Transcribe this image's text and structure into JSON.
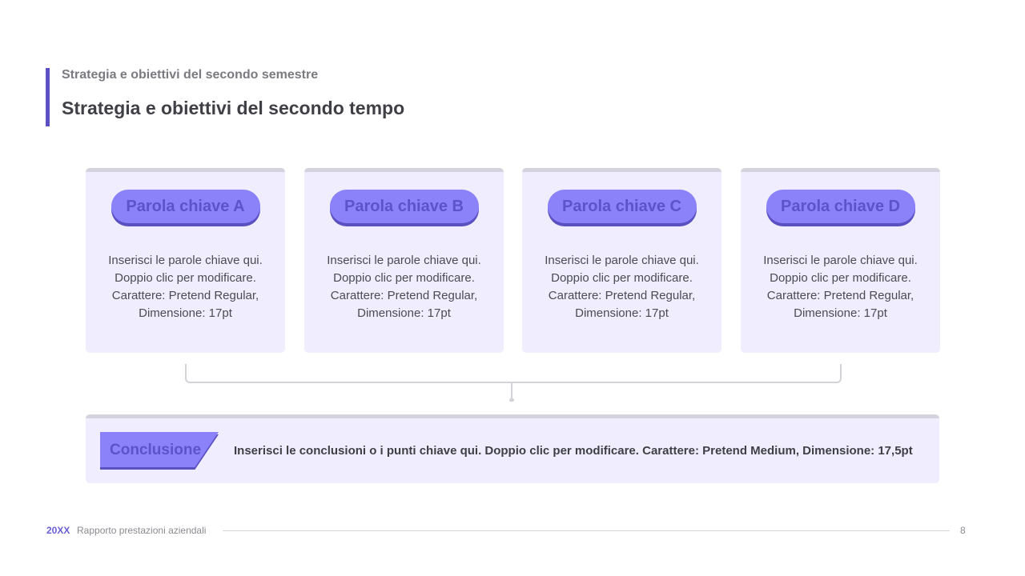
{
  "header": {
    "subtitle": "Strategia e obiettivi del secondo semestre",
    "title": "Strategia e obiettivi del secondo tempo",
    "accent_color": "#5b4fc4"
  },
  "cards": [
    {
      "keyword": "Parola chiave A",
      "text": "Inserisci le parole chiave qui. Doppio clic per modificare. Carattere: Pretend Regular, Dimensione: 17pt"
    },
    {
      "keyword": "Parola chiave B",
      "text": "Inserisci le parole chiave qui. Doppio clic per modificare. Carattere: Pretend Regular, Dimensione: 17pt"
    },
    {
      "keyword": "Parola chiave C",
      "text": "Inserisci le parole chiave qui. Doppio clic per modificare. Carattere: Pretend Regular, Dimensione: 17pt"
    },
    {
      "keyword": "Parola chiave D",
      "text": "Inserisci le parole chiave qui. Doppio clic per modificare. Carattere: Pretend Regular, Dimensione: 17pt"
    }
  ],
  "conclusion": {
    "label": "Conclusione",
    "text": "Inserisci le conclusioni o i punti chiave qui. Doppio clic per modificare. Carattere: Pretend Medium, Dimensione: 17,5pt"
  },
  "footer": {
    "year": "20XX",
    "text": "Rapporto prestazioni aziendali",
    "page": "8"
  },
  "colors": {
    "pill": "#8b82fa",
    "pill_text": "#5c52c9",
    "card_bg": "#f0eefe"
  }
}
